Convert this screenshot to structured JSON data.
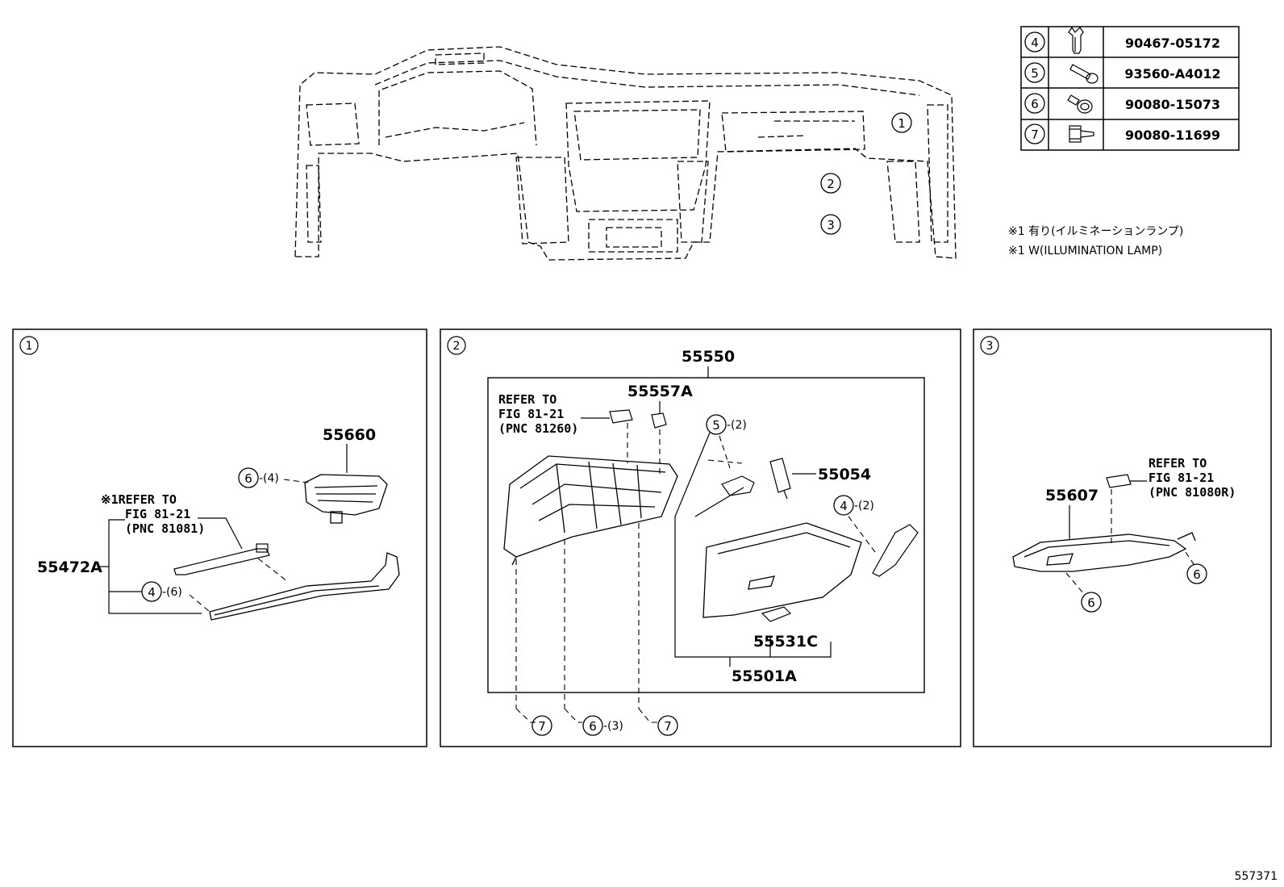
{
  "fasteners": [
    {
      "num": "4",
      "part": "90467-05172",
      "icon": "clip-icon"
    },
    {
      "num": "5",
      "part": "93560-A4012",
      "icon": "pin-icon"
    },
    {
      "num": "6",
      "part": "90080-15073",
      "icon": "bolt-flange-icon"
    },
    {
      "num": "7",
      "part": "90080-11699",
      "icon": "bolt-icon"
    }
  ],
  "overview": {
    "callouts": [
      "1",
      "2",
      "3"
    ]
  },
  "notes": {
    "jp": "※1 有り(イルミネーションランプ)",
    "en": "※1 W(ILLUMINATION LAMP)"
  },
  "panel1": {
    "num": "1",
    "part_vent": "55660",
    "part_garnish": "55472A",
    "vent_fastener": "6",
    "vent_qty": "-(4)",
    "garnish_fastener": "4",
    "garnish_qty": "-(6)",
    "refer": [
      "※1REFER TO",
      "FIG 81-21",
      "(PNC 81081)"
    ]
  },
  "panel2": {
    "num": "2",
    "part_assy": "55550",
    "part_lock": "55557A",
    "part_damper": "55054",
    "part_handle": "55531C",
    "part_door": "55501A",
    "refer": [
      "REFER TO",
      "FIG 81-21",
      "(PNC 81260)"
    ],
    "pin_num": "5",
    "pin_qty": "-(2)",
    "clip_num": "4",
    "clip_qty": "-(2)",
    "bottom_a": "7",
    "bottom_b": "6",
    "bottom_b_qty": "-(3)",
    "bottom_c": "7"
  },
  "panel3": {
    "num": "3",
    "part_cover": "55607",
    "refer": [
      "REFER TO",
      "FIG 81-21",
      "(PNC 81080R)"
    ],
    "bolt_a": "6",
    "bolt_b": "6"
  },
  "figure_id": "557371"
}
